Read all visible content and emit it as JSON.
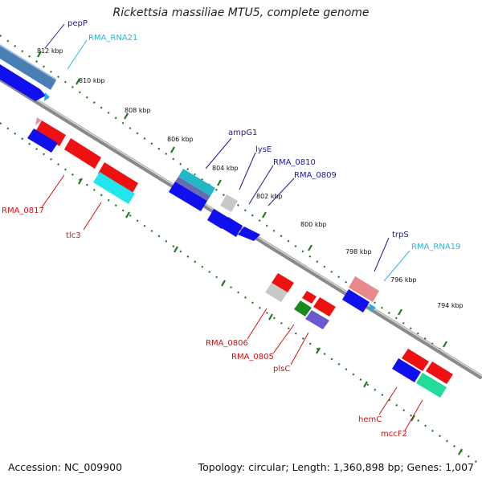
{
  "title": "Rickettsia massiliae MTU5, complete genome",
  "footer": {
    "accession": "Accession: NC_009900",
    "summary": "Topology: circular; Length: 1,360,898 bp; Genes: 1,007"
  },
  "colors": {
    "backbone": "#8a8a8a",
    "tick": "#1f7a1f",
    "label_gene_forward": "#1a1a99",
    "label_rna": "#2ab7d8",
    "label_gene_reverse": "#cc1111",
    "feature_blue": "#1010ee",
    "feature_red": "#ee1111",
    "feature_cyan": "#22e6ee",
    "feature_gray": "#c8c8c8",
    "feature_green": "#1a8a1a",
    "feature_purple": "#6a5acd",
    "feature_pink": "#e88a8a",
    "feature_teal": "#22dd99",
    "feature_steel": "#4a7fb5"
  },
  "ticks": [
    "812 kbp",
    "810 kbp",
    "808 kbp",
    "806 kbp",
    "804 kbp",
    "802 kbp",
    "800 kbp",
    "798 kbp",
    "796 kbp",
    "794 kbp"
  ],
  "labels": {
    "pepP": "pepP",
    "rma_rna21": "RMA_RNA21",
    "ampG1": "ampG1",
    "lysE": "lysE",
    "rma_0810": "RMA_0810",
    "rma_0809": "RMA_0809",
    "trpS": "trpS",
    "rma_rna19": "RMA_RNA19",
    "rma_0817": "RMA_0817",
    "tlc3": "tlc3",
    "rma_0806": "RMA_0806",
    "rma_0805": "RMA_0805",
    "plsC": "plsC",
    "hemC": "hemC",
    "mccF2": "mccF2"
  }
}
